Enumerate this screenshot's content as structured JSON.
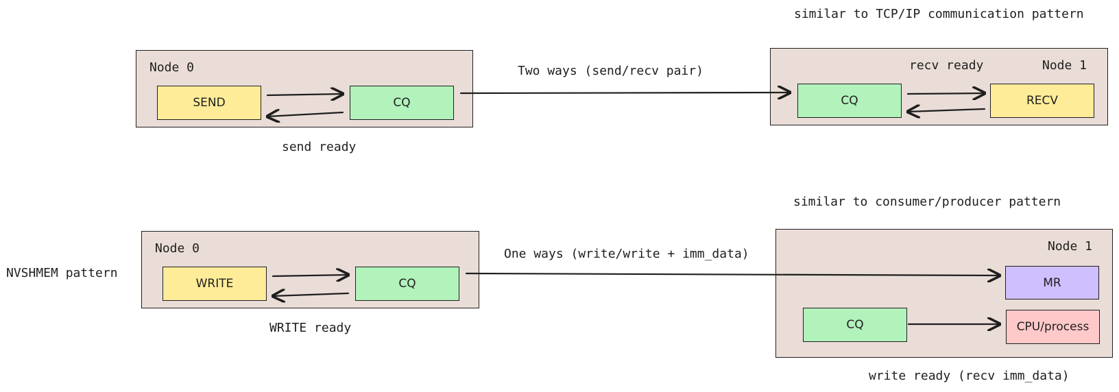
{
  "top": {
    "note": "similar to TCP/IP communication pattern",
    "node0": {
      "title": "Node 0",
      "send_label": "SEND",
      "cq_label": "CQ",
      "status": "send ready"
    },
    "link_label": "Two ways (send/recv pair)",
    "node1": {
      "title": "Node 1",
      "cq_label": "CQ",
      "recv_label": "RECV",
      "status": "recv ready"
    }
  },
  "bottom": {
    "note": "similar to consumer/producer pattern",
    "side_label": "NVSHMEM pattern",
    "node0": {
      "title": "Node 0",
      "write_label": "WRITE",
      "cq_label": "CQ",
      "status": "WRITE ready"
    },
    "link_label": "One ways (write/write + imm_data)",
    "node1": {
      "title": "Node 1",
      "mr_label": "MR",
      "cq_label": "CQ",
      "cpu_label": "CPU/process"
    },
    "status": "write ready (recv imm_data)"
  },
  "colors": {
    "node_fill": "#eaddd7",
    "send_recv_write_fill": "#ffec99",
    "cq_fill": "#b2f2bb",
    "mr_fill": "#d0bfff",
    "cpu_fill": "#ffc9c9",
    "stroke": "#1e1e1e"
  }
}
